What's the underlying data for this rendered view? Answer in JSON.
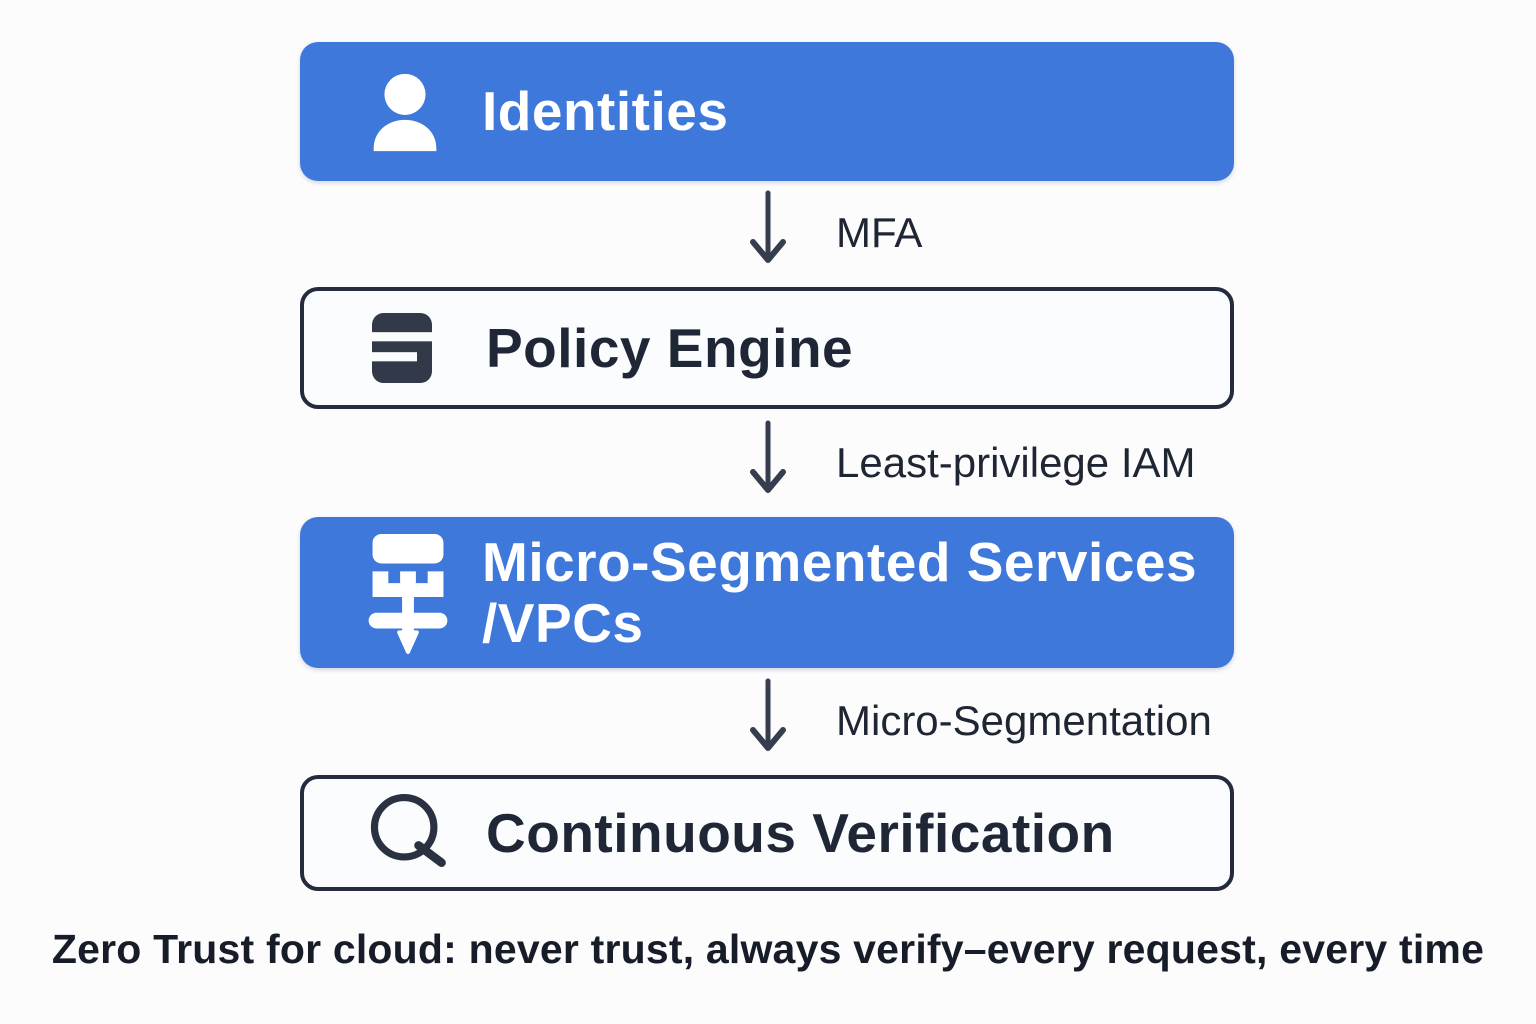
{
  "page": {
    "background": "#fcfcfd"
  },
  "colors": {
    "accent_blue": "#3d78da",
    "ink_dark": "#1f2636",
    "box_border": "#232b3d",
    "icon_dark": "#323a4a",
    "white": "#ffffff"
  },
  "nodes": [
    {
      "id": "identities",
      "label": "Identities",
      "icon": "user-icon",
      "variant": "filled-blue"
    },
    {
      "id": "policy-engine",
      "label": "Policy Engine",
      "icon": "policy-server-icon",
      "variant": "outlined"
    },
    {
      "id": "micro-segmented-services-vpcs",
      "label": "Micro-Segmented Services\n/VPCs",
      "icon": "segmentation-icon",
      "variant": "filled-blue"
    },
    {
      "id": "continuous-verification",
      "label": "Continuous Verification",
      "icon": "magnifier-icon",
      "variant": "outlined"
    }
  ],
  "edges": [
    {
      "id": "identities-to-policy-engine",
      "label": "MFA"
    },
    {
      "id": "policy-engine-to-micro-segmented",
      "label": "Least-privilege IAM"
    },
    {
      "id": "micro-segmented-to-continuous",
      "label": "Micro-Segmentation"
    }
  ],
  "caption": "Zero Trust for cloud: never trust, always verify–every request, every time"
}
